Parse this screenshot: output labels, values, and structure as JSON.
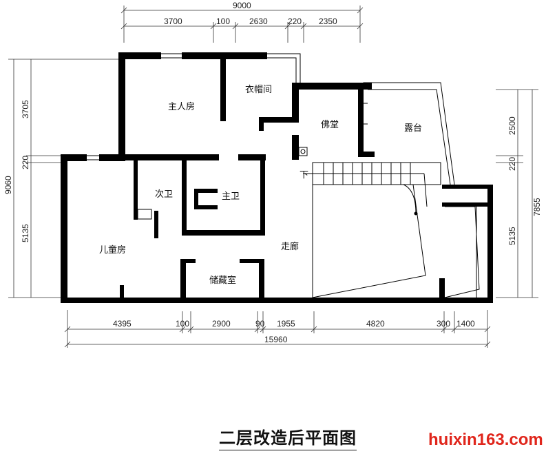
{
  "title": "二层改造后平面图",
  "watermark": "huixin163.com",
  "rooms": {
    "master_bedroom": "主人房",
    "cloakroom": "衣帽间",
    "buddha_hall": "佛堂",
    "terrace": "露台",
    "second_bath": "次卫",
    "master_bath": "主卫",
    "kids_room": "儿童房",
    "corridor": "走廊",
    "storage": "储藏室",
    "stair_down": "下"
  },
  "dimensions": {
    "top_total": "9000",
    "top": [
      "3700",
      "100",
      "2630",
      "220",
      "2350"
    ],
    "bottom": [
      "4395",
      "100",
      "2900",
      "90",
      "1955",
      "4820",
      "300",
      "1400"
    ],
    "bottom_total": "15960",
    "left_total": "9060",
    "left": [
      "3705",
      "220",
      "5135"
    ],
    "right_total": "7855",
    "right": [
      "2500",
      "220",
      "5135"
    ]
  }
}
